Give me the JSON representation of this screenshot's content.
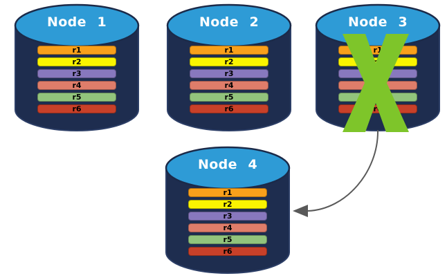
{
  "nodes": [
    {
      "label": "Node 1",
      "status": "online"
    },
    {
      "label": "Node 2",
      "status": "online"
    },
    {
      "label": "Node 3",
      "status": "failed"
    },
    {
      "label": "Node 4",
      "status": "online"
    }
  ],
  "records": [
    {
      "label": "r1",
      "color": "#F9A01B"
    },
    {
      "label": "r2",
      "color": "#FAF400"
    },
    {
      "label": "r3",
      "color": "#8878BE"
    },
    {
      "label": "r4",
      "color": "#DF7D6A"
    },
    {
      "label": "r5",
      "color": "#92C47C"
    },
    {
      "label": "r6",
      "color": "#C84029"
    }
  ],
  "colors": {
    "cylinder_body": "#1E2D4F",
    "cylinder_top": "#2E9BD6",
    "failure_x": "#7EC52A",
    "arrow": "#595959",
    "record_text": "#000000",
    "node_label_text": "#FFFFFF",
    "background": "#FFFFFF"
  },
  "icons": {
    "failure_mark": "x-cross",
    "replication_arrow": "curved-arrow-left"
  }
}
